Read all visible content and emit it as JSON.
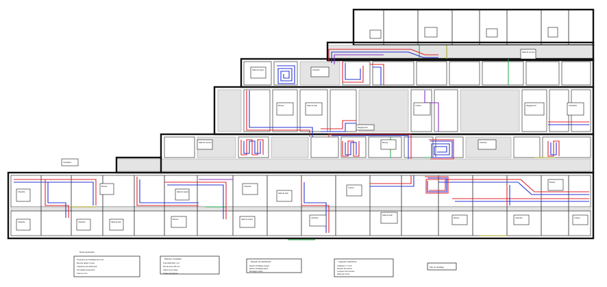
{
  "room_labels": [
    "Salle de séjour",
    "Chambre",
    "Bureau",
    "Salle de bain",
    "Cuisine",
    "Dégagement",
    "Circulation",
    "Salle de réunion"
  ],
  "legends": [
    {
      "title": "Notes générales",
      "lines": [
        "Tuyauterie de chauffage par le sol",
        "Boucles départ / retour",
        "Collecteurs de distribution",
        "Voir détails d'exécution",
        "Cotes en mm"
      ]
    },
    {
      "title": "Plancher chauffant",
      "lines": [
        "Tube PER Ø16 x 2,0",
        "Pas de pose 150 mm",
        "Isolant sous chape",
        "Chape d'enrobage"
      ]
    },
    {
      "title": "Réseau de distribution",
      "lines": [
        "Départ chauffage (rouge)",
        "Retour chauffage (bleu)",
        "Bouclage (violet)"
      ]
    },
    {
      "title": "Légende collecteurs",
      "lines": [
        "Collecteur n° 1 à 8",
        "Nombre de circuits",
        "Longueur des boucles",
        "Débit par circuit"
      ]
    }
  ],
  "stamp": "Plan de chauffage",
  "colors": {
    "supply": "#e0202a",
    "return": "#2431d6",
    "loop": "#8a2fc4",
    "green": "#1aa640",
    "corridor": "#e4e4e4"
  }
}
